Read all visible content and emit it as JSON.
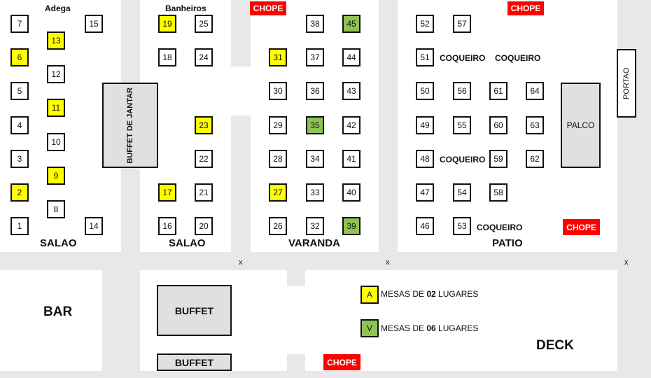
{
  "colors": {
    "two_seat": "#ffff00",
    "six_seat": "#8fc454",
    "chope": "#ff0000"
  },
  "sections": {
    "adega": "Adega",
    "banheiros": "Banheiros",
    "salao_1": "SALAO",
    "salao_2": "SALAO",
    "varanda": "VARANDA",
    "patio": "PATIO",
    "bar": "BAR",
    "deck": "DECK"
  },
  "features": {
    "buffet_de_jantar": "BUFFET DE JANTAR",
    "palco": "PALCO",
    "portao": "PORTAO",
    "buffet_1": "BUFFET",
    "buffet_2": "BUFFET",
    "coqueiro": "COQUEIRO",
    "chope": "CHOPE",
    "x": "x"
  },
  "legend": {
    "two_seat_letter": "A",
    "two_seat_prefix": "MESAS DE ",
    "two_seat_count": "02",
    "two_seat_suffix": " LUGARES",
    "six_seat_letter": "V",
    "six_seat_prefix": "MESAS DE ",
    "six_seat_count": "06",
    "six_seat_suffix": " LUGARES"
  },
  "tables": {
    "t1": "1",
    "t2": "2",
    "t3": "3",
    "t4": "4",
    "t5": "5",
    "t6": "6",
    "t7": "7",
    "t8": "8",
    "t9": "9",
    "t10": "10",
    "t11": "11",
    "t12": "12",
    "t13": "13",
    "t14": "14",
    "t15": "15",
    "t16": "16",
    "t17": "17",
    "t18": "18",
    "t19": "19",
    "t20": "20",
    "t21": "21",
    "t22": "22",
    "t23": "23",
    "t24": "24",
    "t25": "25",
    "t26": "26",
    "t27": "27",
    "t28": "28",
    "t29": "29",
    "t30": "30",
    "t31": "31",
    "t32": "32",
    "t33": "33",
    "t34": "34",
    "t35": "35",
    "t36": "36",
    "t37": "37",
    "t38": "38",
    "t39": "39",
    "t40": "40",
    "t41": "41",
    "t42": "42",
    "t43": "43",
    "t44": "44",
    "t45": "45",
    "t46": "46",
    "t47": "47",
    "t48": "48",
    "t49": "49",
    "t50": "50",
    "t51": "51",
    "t52": "52",
    "t53": "53",
    "t54": "54",
    "t55": "55",
    "t56": "56",
    "t57": "57",
    "t58": "58",
    "t59": "59",
    "t60": "60",
    "t61": "61",
    "t62": "62",
    "t63": "63",
    "t64": "64"
  }
}
